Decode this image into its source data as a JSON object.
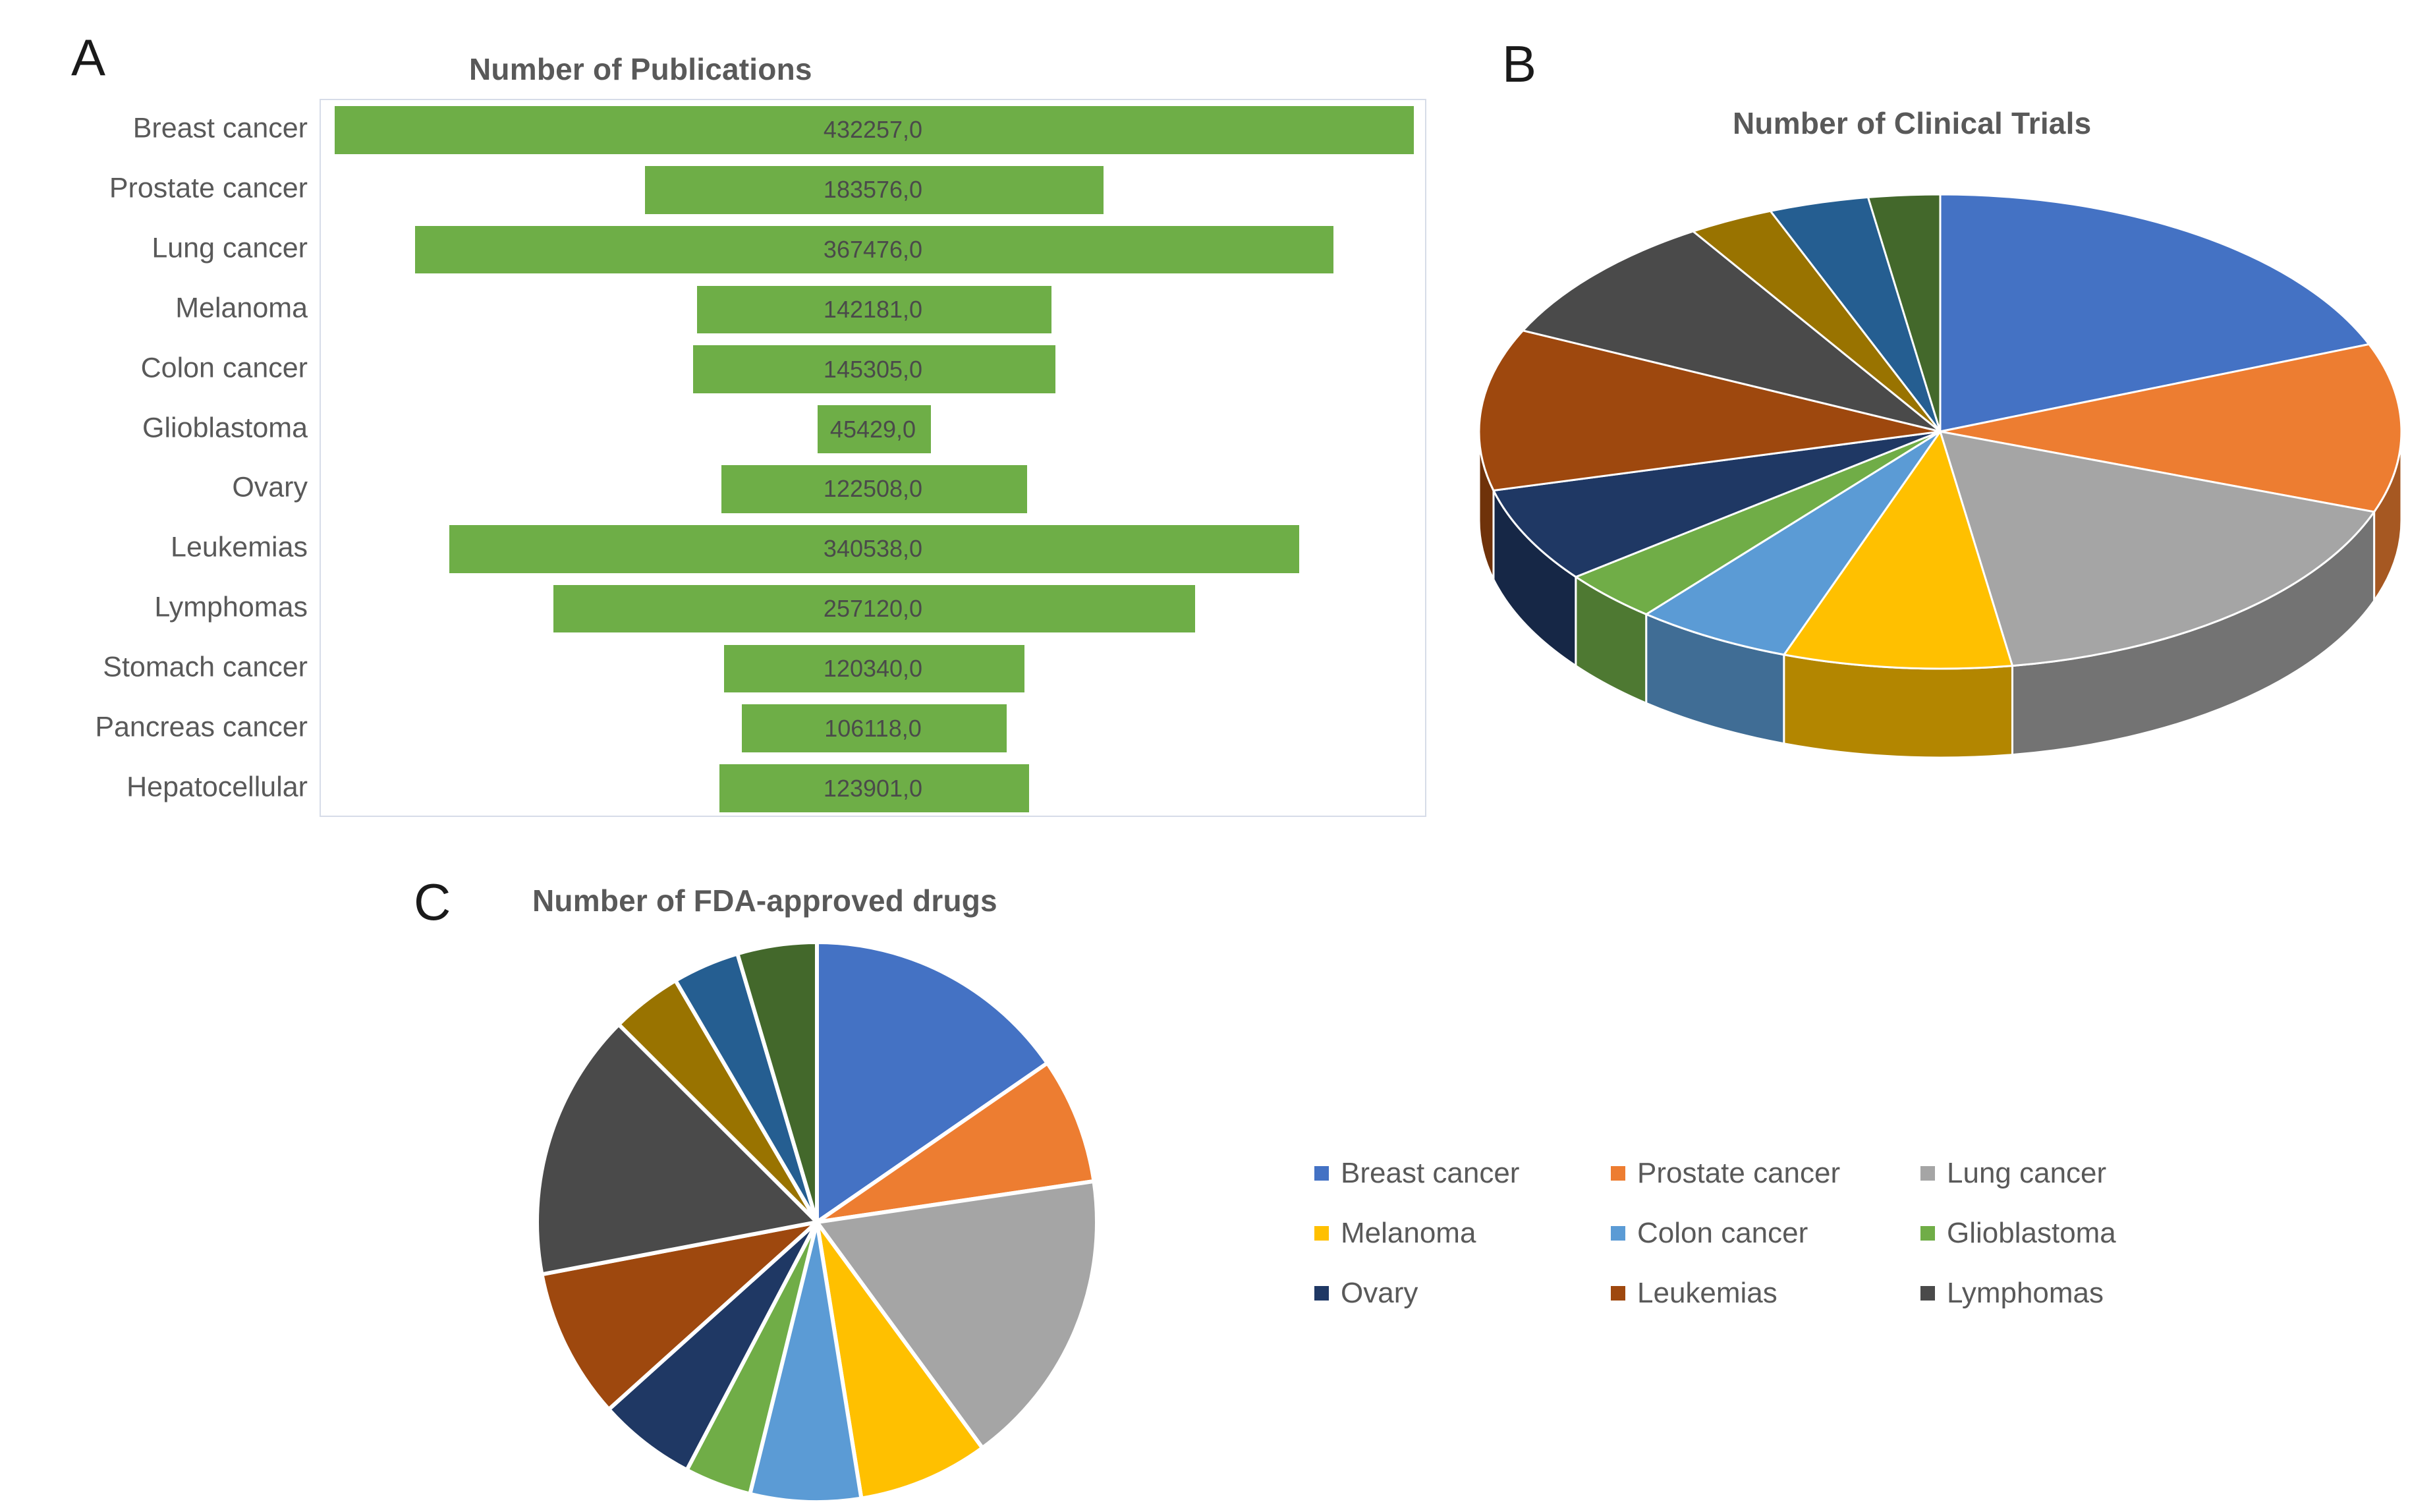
{
  "figure": {
    "panels": [
      {
        "letter": "A",
        "title": "Number of Publications"
      },
      {
        "letter": "B",
        "title": "Number of Clinical Trials"
      },
      {
        "letter": "C",
        "title": "Number of FDA-approved drugs"
      }
    ]
  },
  "colors": {
    "bar_green": "#6EAE47",
    "plot_border": "#d6dce8",
    "text_gray": "#595959",
    "breast_cancer": "#4472C4",
    "prostate_cancer": "#ED7D31",
    "lung_cancer": "#A5A5A5",
    "melanoma": "#FFC000",
    "colon_cancer": "#5B9BD5",
    "glioblastoma": "#70AD47",
    "ovary": "#1F3864",
    "leukemias": "#9E480E",
    "lymphomas": "#4A4A4A",
    "stomach_cancer": "#997300",
    "pancreas_cancer": "#255E91",
    "hepatocellular": "#43682B"
  },
  "legend": {
    "items": [
      {
        "label": "Breast cancer",
        "color": "#4472C4"
      },
      {
        "label": "Prostate cancer",
        "color": "#ED7D31"
      },
      {
        "label": "Lung cancer",
        "color": "#A5A5A5"
      },
      {
        "label": "Melanoma",
        "color": "#FFC000"
      },
      {
        "label": "Colon cancer",
        "color": "#5B9BD5"
      },
      {
        "label": "Glioblastoma",
        "color": "#70AD47"
      },
      {
        "label": "Ovary",
        "color": "#1F3864"
      },
      {
        "label": "Leukemias",
        "color": "#9E480E"
      },
      {
        "label": "Lymphomas",
        "color": "#4A4A4A"
      }
    ]
  },
  "chart_data": [
    {
      "panel": "A",
      "type": "bar",
      "title": "Number of Publications",
      "orientation": "horizontal",
      "layout": "centered-diverging",
      "xlabel": "",
      "ylabel": "",
      "grid": false,
      "value_labels_shown": true,
      "decimal_separator": ",",
      "categories": [
        "Breast cancer",
        "Prostate cancer",
        "Lung cancer",
        "Melanoma",
        "Colon cancer",
        "Glioblastoma",
        "Ovary",
        "Leukemias",
        "Lymphomas",
        "Stomach cancer",
        "Pancreas cancer",
        "Hepatocellular"
      ],
      "values": [
        432257,
        183576,
        367476,
        142181,
        145305,
        45429,
        122508,
        340538,
        257120,
        120340,
        106118,
        123901
      ],
      "value_labels": [
        "432257,0",
        "183576,0",
        "367476,0",
        "142181,0",
        "145305,0",
        "45429,0",
        "122508,0",
        "340538,0",
        "257120,0",
        "120340,0",
        "106118,0",
        "123901,0"
      ],
      "xlim": [
        0,
        440000
      ]
    },
    {
      "panel": "B",
      "type": "pie",
      "render": "3d-exploded-disc",
      "title": "Number of Clinical Trials",
      "legend_position": "bottom-shared",
      "start_angle_deg": 0,
      "labels": [
        "Breast cancer",
        "Prostate cancer",
        "Lung cancer",
        "Melanoma",
        "Colon cancer",
        "Glioblastoma",
        "Ovary",
        "Leukemias",
        "Lymphomas",
        "Stomach cancer",
        "Pancreas cancer",
        "Hepatocellular"
      ],
      "percents": [
        19.0,
        11.5,
        17.0,
        8.0,
        5.5,
        3.5,
        6.5,
        11.0,
        9.0,
        3.0,
        3.5,
        2.5
      ],
      "colors": [
        "#4472C4",
        "#ED7D31",
        "#A5A5A5",
        "#FFC000",
        "#5B9BD5",
        "#70AD47",
        "#1F3864",
        "#9E480E",
        "#4A4A4A",
        "#997300",
        "#255E91",
        "#43682B"
      ]
    },
    {
      "panel": "C",
      "type": "pie",
      "render": "2d-flat",
      "title": "Number of FDA-approved drugs",
      "legend_position": "right-shared",
      "start_angle_deg": 0,
      "labels": [
        "Breast cancer",
        "Prostate cancer",
        "Lung cancer",
        "Melanoma",
        "Colon cancer",
        "Glioblastoma",
        "Ovary",
        "Leukemias",
        "Lymphomas",
        "Stomach cancer",
        "Pancreas cancer",
        "Hepatocellular"
      ],
      "percents": [
        18.8,
        8.9,
        21.1,
        9.2,
        7.8,
        4.7,
        6.9,
        10.6,
        18.9,
        5.0,
        4.7,
        5.6
      ],
      "colors": [
        "#4472C4",
        "#ED7D31",
        "#A5A5A5",
        "#FFC000",
        "#5B9BD5",
        "#70AD47",
        "#1F3864",
        "#9E480E",
        "#4A4A4A",
        "#997300",
        "#255E91",
        "#43682B"
      ]
    }
  ]
}
